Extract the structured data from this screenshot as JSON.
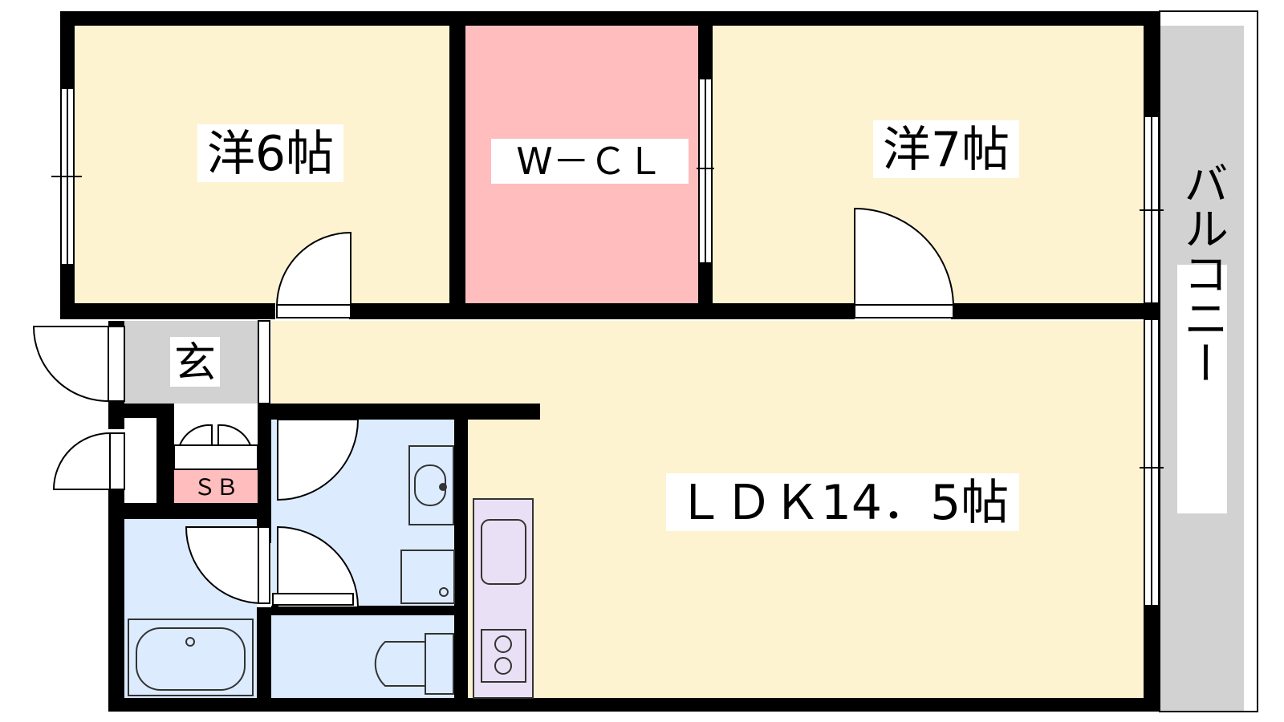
{
  "rooms": {
    "western_room_6": {
      "label": "洋6帖",
      "color": "#FEF3D1"
    },
    "walk_in_closet": {
      "label": "W－ＣＬ",
      "color": "#FFBDBE"
    },
    "western_room_7": {
      "label": "洋7帖",
      "color": "#FEF3D1"
    },
    "entrance": {
      "label": "玄",
      "color": "#D2D2D2"
    },
    "shoe_box": {
      "label": "ＳＢ",
      "color": "#FFBDBE"
    },
    "ldk": {
      "label": "ＬＤＫ14．5帖",
      "color": "#FEF3D1"
    },
    "balcony": {
      "label": "バルコニー",
      "color": "#D2D2D2"
    },
    "washroom": {
      "color": "#DCEBFD"
    },
    "bathroom": {
      "color": "#DCEBFD"
    },
    "toilet": {
      "color": "#DCEBFD"
    },
    "kitchen_counter": {
      "color": "#EAE0F5"
    }
  },
  "colors": {
    "wall": "#000000",
    "fixture_line": "#333333"
  }
}
